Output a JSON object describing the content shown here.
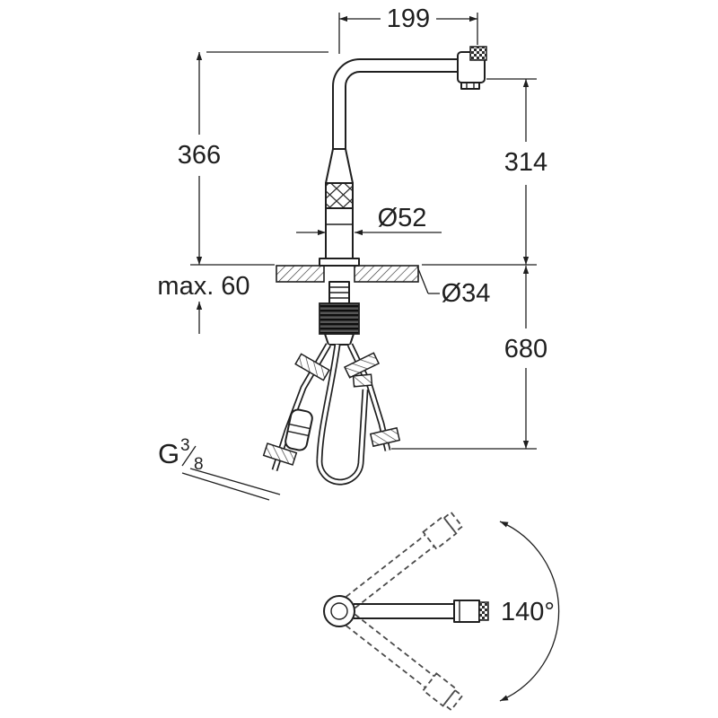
{
  "diagram": {
    "type": "technical-dimension-drawing",
    "subject": "pull-out kitchen faucet with installation hoses and swivel range",
    "colors": {
      "ink": "#1f1f1f",
      "background": "#ffffff",
      "dashed": "#4a4a4a"
    },
    "labels": {
      "spout_reach": "199",
      "total_height": "366",
      "spout_height": "314",
      "body_diameter": "Ø52",
      "counter_thickness": "max. 60",
      "hole_diameter": "Ø34",
      "hose_length": "680",
      "thread_prefix": "G",
      "thread_numerator": "3",
      "thread_denominator": "8",
      "swivel_angle": "140°"
    }
  }
}
